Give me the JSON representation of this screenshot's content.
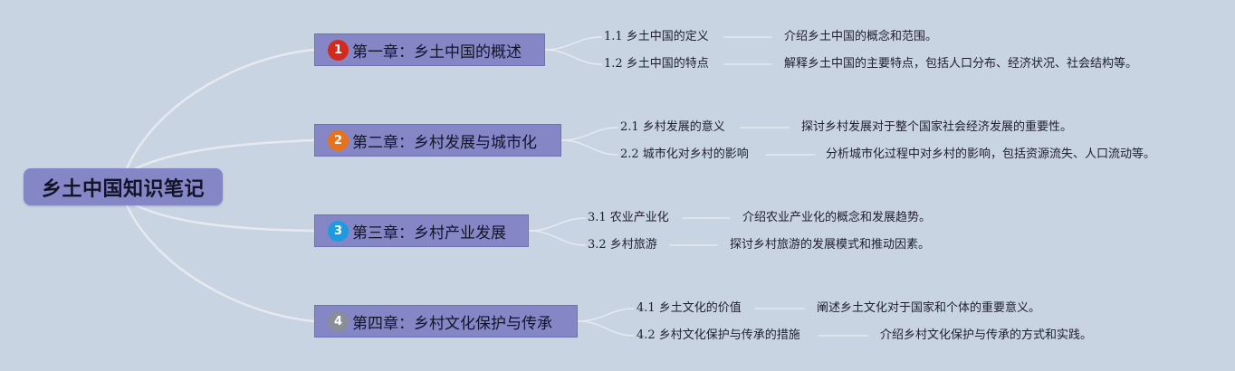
{
  "root": {
    "title": "乡土中国知识笔记"
  },
  "colors": {
    "background": "#c8d4e2",
    "node_fill": "#8486c6",
    "connector": "#e6eaf0",
    "badge_1": "#d42a1e",
    "badge_2": "#e8721c",
    "badge_3": "#1e9ae0",
    "badge_4": "#8a8e98"
  },
  "chapters": [
    {
      "badge": "1",
      "badge_color": "#d42a1e",
      "title": "第一章：乡土中国的概述",
      "items": [
        {
          "label": "1.1 乡土中国的定义",
          "desc": "介绍乡土中国的概念和范围。"
        },
        {
          "label": "1.2 乡土中国的特点",
          "desc": "解释乡土中国的主要特点，包括人口分布、经济状况、社会结构等。"
        }
      ]
    },
    {
      "badge": "2",
      "badge_color": "#e8721c",
      "title": "第二章：乡村发展与城市化",
      "items": [
        {
          "label": "2.1 乡村发展的意义",
          "desc": "探讨乡村发展对于整个国家社会经济发展的重要性。"
        },
        {
          "label": "2.2 城市化对乡村的影响",
          "desc": "分析城市化过程中对乡村的影响，包括资源流失、人口流动等。"
        }
      ]
    },
    {
      "badge": "3",
      "badge_color": "#1e9ae0",
      "title": "第三章：乡村产业发展",
      "items": [
        {
          "label": "3.1 农业产业化",
          "desc": "介绍农业产业化的概念和发展趋势。"
        },
        {
          "label": "3.2 乡村旅游",
          "desc": "探讨乡村旅游的发展模式和推动因素。"
        }
      ]
    },
    {
      "badge": "4",
      "badge_color": "#8a8e98",
      "title": "第四章：乡村文化保护与传承",
      "items": [
        {
          "label": "4.1 乡土文化的价值",
          "desc": "阐述乡土文化对于国家和个体的重要意义。"
        },
        {
          "label": "4.2 乡村文化保护与传承的措施",
          "desc": "介绍乡村文化保护与传承的方式和实践。"
        }
      ]
    }
  ]
}
